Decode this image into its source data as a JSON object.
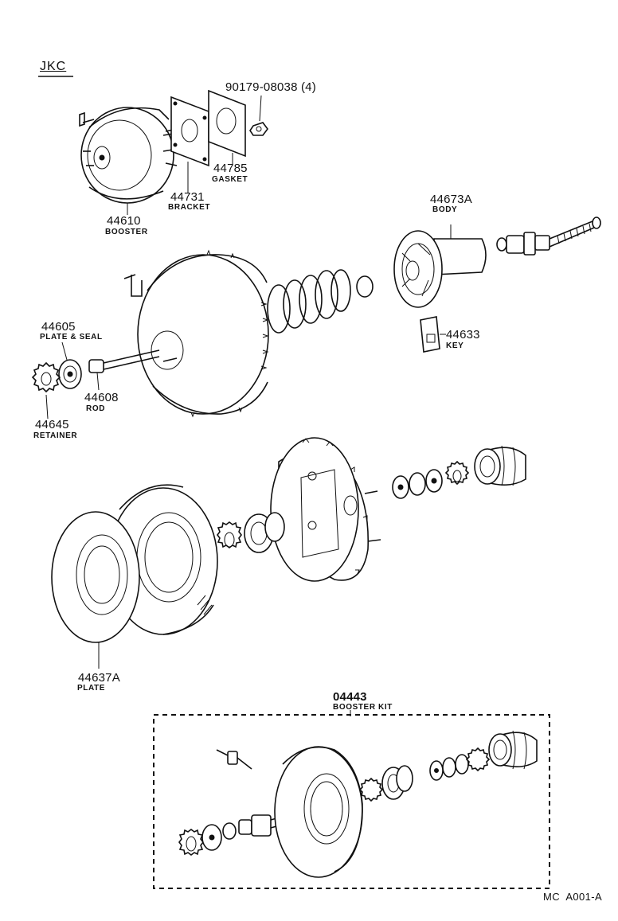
{
  "diagram": {
    "variant_code": "JKC",
    "reference_code": "MC  A001-A",
    "parts": [
      {
        "number": "90179-08038 (4)",
        "name": ""
      },
      {
        "number": "44785",
        "name": "GASKET"
      },
      {
        "number": "44731",
        "name": "BRACKET"
      },
      {
        "number": "44610",
        "name": "BOOSTER"
      },
      {
        "number": "44673A",
        "name": "BODY"
      },
      {
        "number": "44633",
        "name": "KEY"
      },
      {
        "number": "44605",
        "name": "PLATE & SEAL"
      },
      {
        "number": "44608",
        "name": "ROD"
      },
      {
        "number": "44645",
        "name": "RETAINER"
      },
      {
        "number": "44637A",
        "name": "PLATE"
      },
      {
        "number": "04443",
        "name": "BOOSTER KIT"
      }
    ]
  }
}
